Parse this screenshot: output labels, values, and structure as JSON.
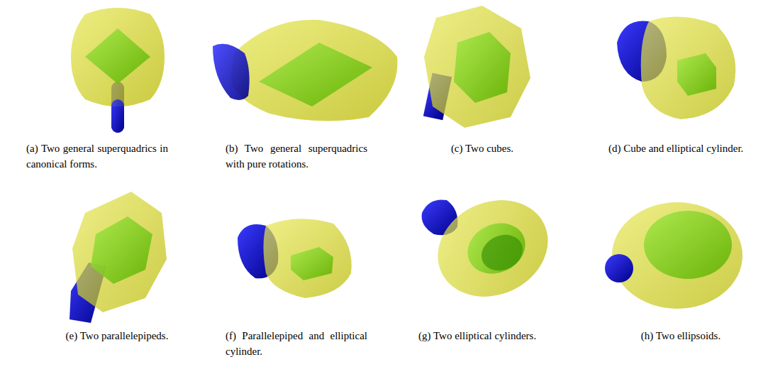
{
  "diagram": {
    "labels": [
      "(a) Two general superquadrics in canonical forms.",
      "(b) Two general superquadrics with pure rotations.",
      "(c) Two cubes.",
      "(d) Cube and elliptical cylinder.",
      "(e) Two parallelepipeds.",
      "(f) Parallelepiped and elliptical cylinder.",
      "(g) Two elliptical cylinders.",
      "(h) Two ellipsoids."
    ]
  }
}
